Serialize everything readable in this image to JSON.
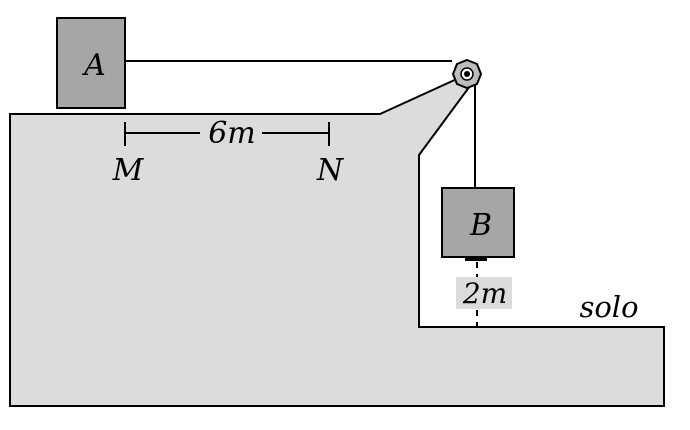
{
  "labels": {
    "block_a": "A",
    "block_b": "B",
    "point_m": "M",
    "point_n": "N",
    "distance_mn": "6m",
    "height_b": "2m",
    "ground": "solo"
  },
  "colors": {
    "structure_fill": "#dcdcdc",
    "block_fill": "#a6a6a6",
    "pulley_fill": "#bdbdbd",
    "stroke": "#000000",
    "background": "#ffffff"
  },
  "icons": {
    "pulley": "pulley-icon"
  }
}
